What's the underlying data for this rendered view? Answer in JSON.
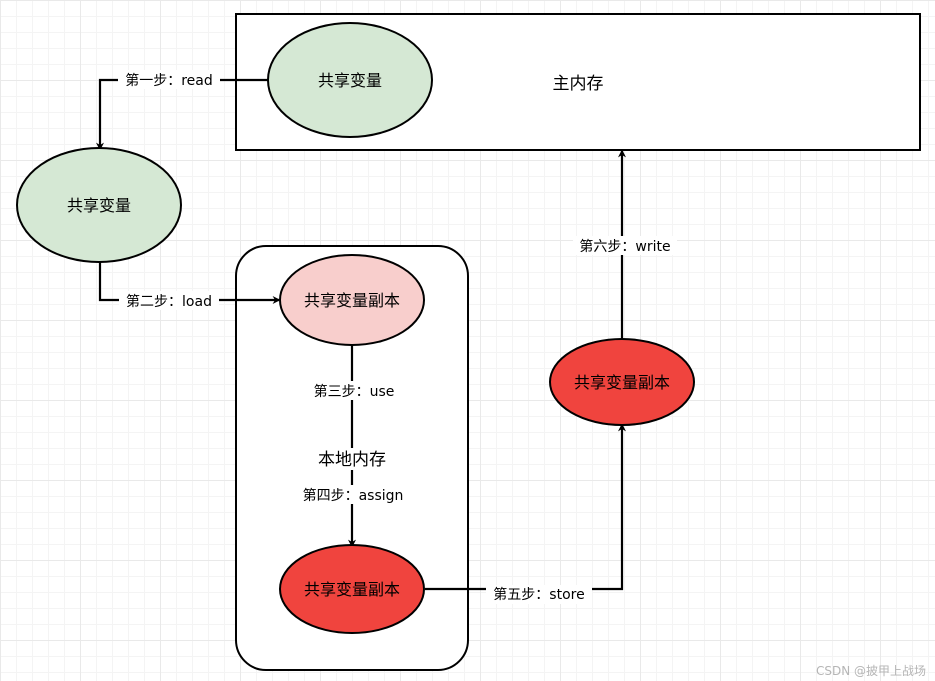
{
  "main_memory": {
    "label": "主内存"
  },
  "local_memory": {
    "label": "本地内存"
  },
  "nodes": {
    "main_shared_var": {
      "label": "共享变量",
      "fill": "#d5e8d4"
    },
    "read_shared_var": {
      "label": "共享变量",
      "fill": "#d5e8d4"
    },
    "local_copy_loaded": {
      "label": "共享变量副本",
      "fill": "#f8cecc"
    },
    "local_copy_assigned": {
      "label": "共享变量副本",
      "fill": "#f0443e"
    },
    "stored_copy": {
      "label": "共享变量副本",
      "fill": "#f0443e"
    }
  },
  "steps": {
    "step1": "第一步：read",
    "step2": "第二步：load",
    "step3": "第三步：use",
    "step4": "第四步：assign",
    "step5": "第五步：store",
    "step6": "第六步：write"
  },
  "watermark": "CSDN @披甲上战场"
}
